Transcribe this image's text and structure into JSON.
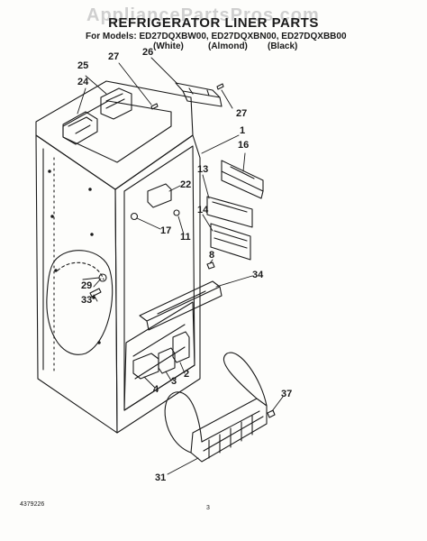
{
  "watermark": "AppliancePartsPros.com",
  "header": {
    "title": "REFRIGERATOR LINER PARTS",
    "models_line": "For Models: ED27DQXBW00, ED27DQXBN00, ED27DQXBB00",
    "variants": [
      "(White)",
      "(Almond)",
      "(Black)"
    ]
  },
  "callouts": [
    "25",
    "27",
    "26",
    "24",
    "27",
    "1",
    "16",
    "13",
    "22",
    "14",
    "17",
    "11",
    "8",
    "34",
    "29",
    "33",
    "4",
    "3",
    "2",
    "37",
    "31"
  ],
  "footer": {
    "document_number": "4379226",
    "page_number": "3"
  },
  "colors": {
    "ink": "#1a1a1a",
    "paper": "#fdfdfb",
    "watermark": "#cfcfcf"
  }
}
